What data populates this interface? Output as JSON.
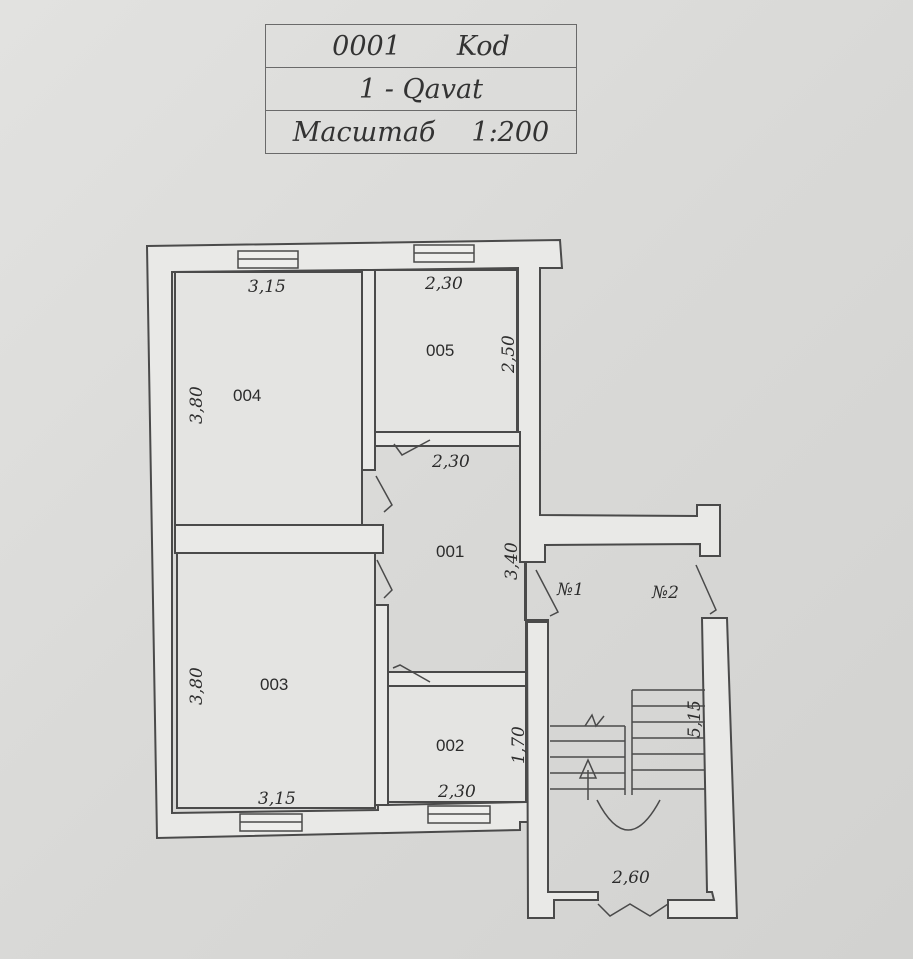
{
  "stamp": {
    "code_number": "0001",
    "code_label": "Kod",
    "floor": "1 - Qavat",
    "scale_label": "Масштаб",
    "scale_value": "1:200"
  },
  "rooms": [
    {
      "id": "004",
      "width": "3,15",
      "height": "3,80"
    },
    {
      "id": "005",
      "width": "2,30",
      "height": "2,50"
    },
    {
      "id": "001",
      "width": "2,30",
      "height": "3,40"
    },
    {
      "id": "003",
      "width": "3,15",
      "height": "3,80"
    },
    {
      "id": "002",
      "width": "2,30",
      "height": "1,70"
    }
  ],
  "stair": {
    "entry1": "№1",
    "entry2": "№2",
    "height": "5,15",
    "width": "2,60"
  },
  "colors": {
    "wall_fill": "#e9e9e7",
    "wall_line": "#4a4a4a",
    "ink": "#2c2c2c"
  }
}
